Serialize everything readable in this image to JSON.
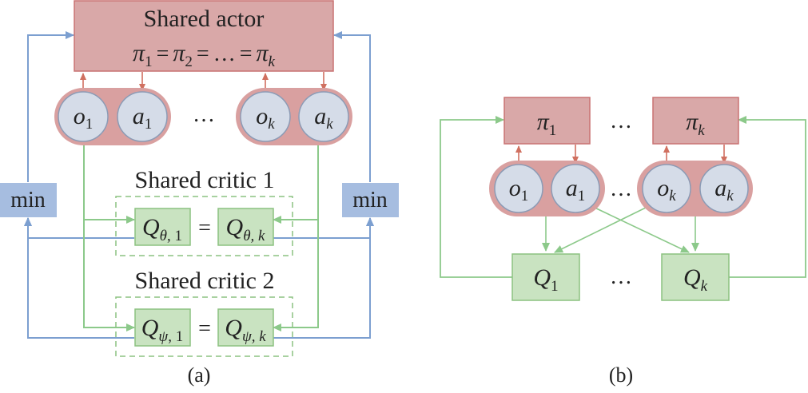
{
  "panel_a": {
    "actor_title": "Shared actor",
    "actor_eq_pi": "π",
    "actor_eq_sub1": "1",
    "actor_eq_sub2": "2",
    "actor_eq_subk": "k",
    "actor_eq_eq": "=",
    "actor_eq_dots": "…",
    "obs_left": "o",
    "obs_left_sub": "1",
    "act_left": "a",
    "act_left_sub": "1",
    "obs_right": "o",
    "obs_right_sub": "k",
    "act_right": "a",
    "act_right_sub": "k",
    "agents_ellipsis": "…",
    "critic1_title": "Shared critic 1",
    "critic2_title": "Shared critic 2",
    "q": "Q",
    "theta": "θ",
    "psi": "ψ",
    "sub_1": ", 1",
    "sub_k": ", k",
    "eq": "=",
    "min_left": "min",
    "min_right": "min",
    "caption": "(a)"
  },
  "panel_b": {
    "pi": "π",
    "pi1_sub": "1",
    "pik_sub": "k",
    "policy_ellipsis": "…",
    "obs1": "o",
    "obs1_sub": "1",
    "act1": "a",
    "act1_sub": "1",
    "obsk": "o",
    "obsk_sub": "k",
    "actk": "a",
    "actk_sub": "k",
    "agents_ellipsis": "…",
    "q": "Q",
    "q1_sub": "1",
    "qk_sub": "k",
    "critic_ellipsis": "…",
    "caption": "(b)"
  },
  "colors": {
    "actor_fill": "#d9a8a8",
    "actor_stroke": "#c97272",
    "pill_fill": "#d9a0a0",
    "circle_fill": "#d5dce8",
    "circle_stroke": "#8c9bb5",
    "critic_fill": "#c9e3c1",
    "critic_stroke": "#8cc280",
    "min_fill": "#a6bde0",
    "arrow_red": "#d07060",
    "arrow_green": "#8cc98a",
    "arrow_blue": "#7c9fd0"
  }
}
